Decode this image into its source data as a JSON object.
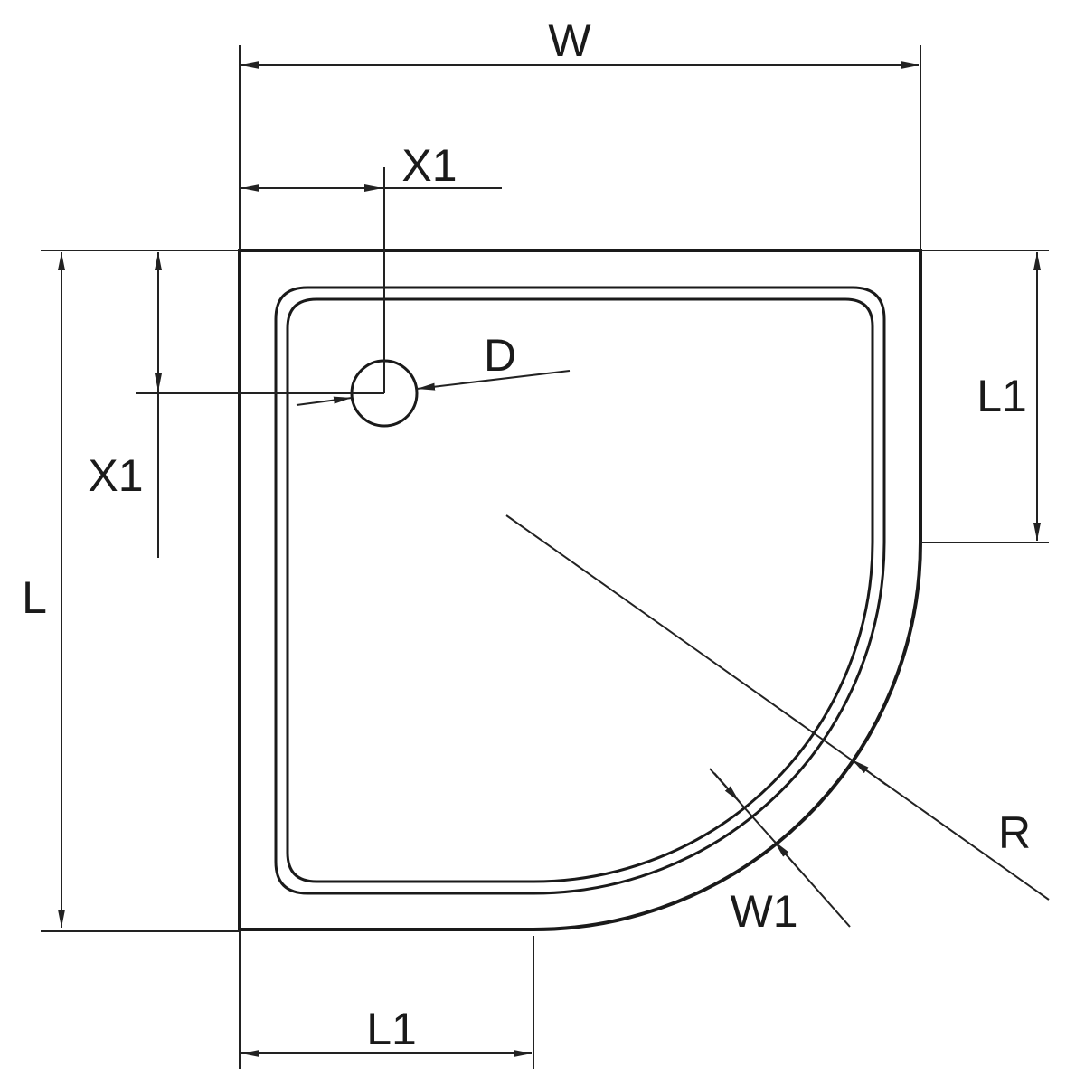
{
  "diagram": {
    "title": "Quarter-circle shower tray dimension drawing",
    "labels": {
      "width": "W",
      "length": "L",
      "drain_offset_x": "X1",
      "drain_offset_y": "X1",
      "drain_diameter": "D",
      "straight_side_right": "L1",
      "straight_side_bottom": "L1",
      "radius": "R",
      "rim_width": "W1"
    },
    "colors": {
      "line": "#1a1a1a",
      "background": "#ffffff"
    }
  }
}
